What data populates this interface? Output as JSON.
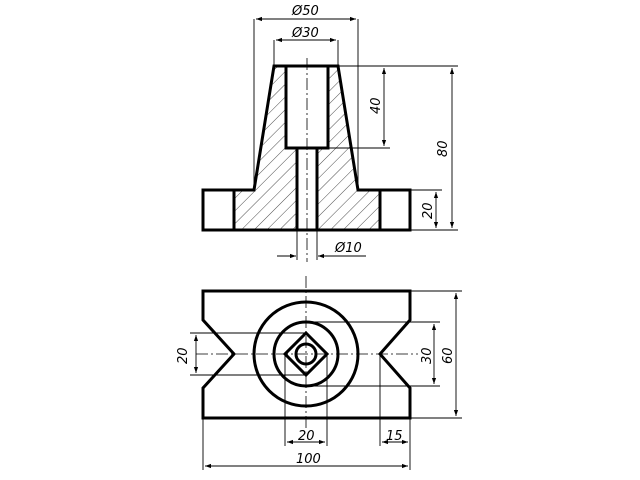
{
  "dimensions": {
    "top_outer_diameter": "Ø50",
    "top_bore_diameter": "Ø30",
    "bore_depth": "40",
    "total_height": "80",
    "flange_height": "20",
    "small_hole_diameter": "Ø10",
    "vgroove_width": "20",
    "circle_30": "30",
    "overall_depth": "60",
    "square_width": "20",
    "groove_depth": "15",
    "overall_width": "100"
  }
}
